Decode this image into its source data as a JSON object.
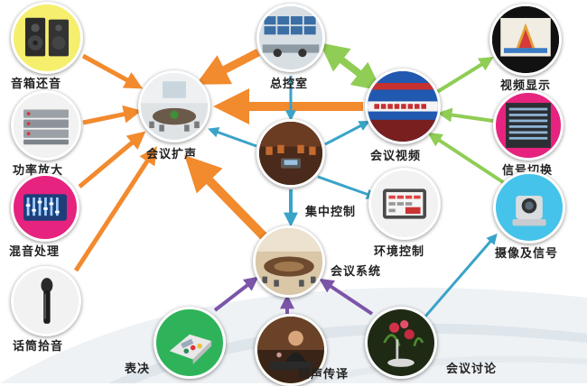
{
  "nodes": {
    "speaker": "音箱还音",
    "amplifier": "功率放大",
    "mixer": "混音处理",
    "microphone": "话筒拾音",
    "conference_pa": "会议扩声",
    "master_control": "总控室",
    "central_control": "集中控制",
    "environment_control": "环境控制",
    "conference_video": "会议视频",
    "video_display": "视频显示",
    "signal_switch": "信号切换",
    "camera_signal": "摄像及信号",
    "conference_system": "会议系统",
    "voting": "表决",
    "interpretation": "同声传译",
    "discussion": "会议讨论"
  },
  "colors": {
    "speaker_ring": "#f6ef6e",
    "mixer_ring": "#e6237f",
    "camera_ring": "#46c3ea",
    "voting_ring": "#2fb35a",
    "interpretation_ring": "#f0e33c",
    "discussion_ring": "#f3f3f3",
    "arrow_orange": "#f28a2e",
    "arrow_green": "#8fcd55",
    "arrow_blue": "#3aa3c8",
    "arrow_purple": "#7b55a8"
  }
}
